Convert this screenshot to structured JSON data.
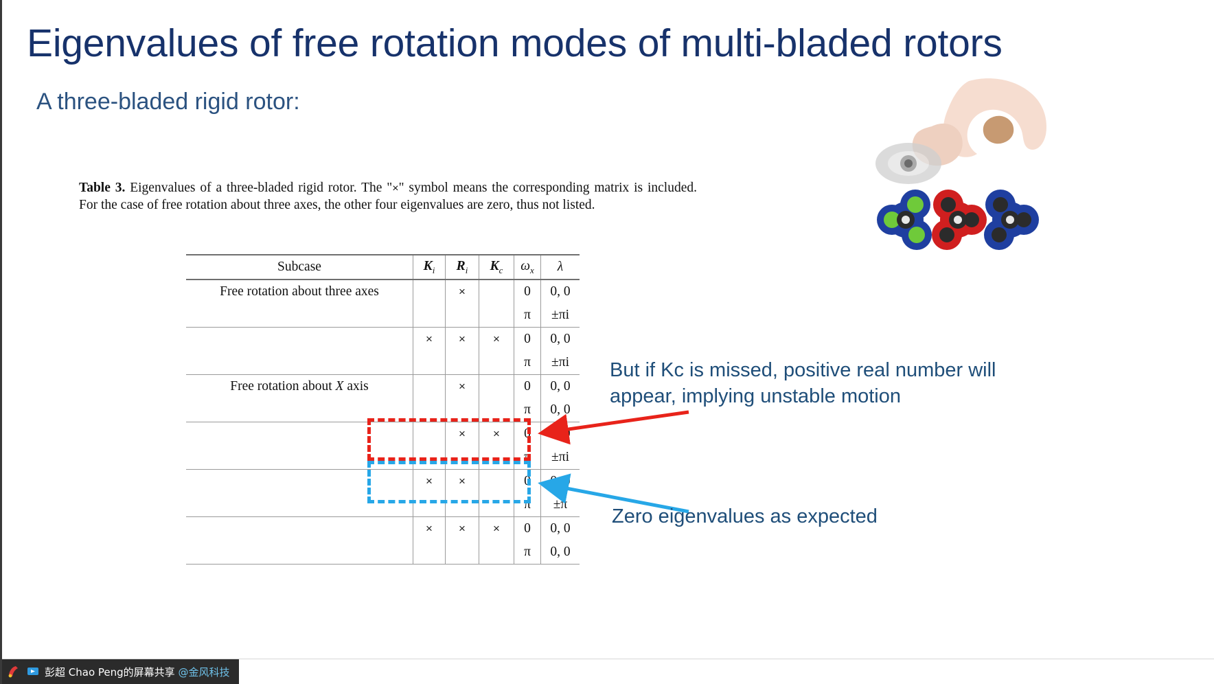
{
  "slide": {
    "title": "Eigenvalues of free rotation modes of multi-bladed rotors",
    "subtitle": "A three-bladed rigid rotor:",
    "caption_label": "Table 3.",
    "caption_text_1": " Eigenvalues of a three-bladed rigid rotor. The \"",
    "caption_x": "×",
    "caption_text_2": "\" symbol means the corresponding matrix is included. For the case of free rotation about three axes, the other four eigenvalues are zero, thus not listed."
  },
  "table": {
    "headers": [
      "Subcase",
      "K",
      "R",
      "K",
      "ω",
      "λ"
    ],
    "header_subs": [
      "",
      "i",
      "i",
      "c",
      "x",
      ""
    ],
    "rows": [
      {
        "subcase": "Free rotation about three axes",
        "Ki": "",
        "Ri": "×",
        "Kc": "",
        "w": "0",
        "lam": "0, 0",
        "rule": "top",
        "group_start": true
      },
      {
        "subcase": "",
        "Ki": "",
        "Ri": "",
        "Kc": "",
        "w": "π",
        "lam": "±πi",
        "rule": "none",
        "group_start": false
      },
      {
        "subcase": "",
        "Ki": "×",
        "Ri": "×",
        "Kc": "×",
        "w": "0",
        "lam": "0, 0",
        "rule": "mid",
        "group_start": true
      },
      {
        "subcase": "",
        "Ki": "",
        "Ri": "",
        "Kc": "",
        "w": "π",
        "lam": "±πi",
        "rule": "none",
        "group_start": false
      },
      {
        "subcase": "Free rotation about X axis",
        "Ki": "",
        "Ri": "×",
        "Kc": "",
        "w": "0",
        "lam": "0, 0",
        "rule": "mid",
        "group_start": true
      },
      {
        "subcase": "",
        "Ki": "",
        "Ri": "",
        "Kc": "",
        "w": "π",
        "lam": "0, 0",
        "rule": "none",
        "group_start": false
      },
      {
        "subcase": "",
        "Ki": "",
        "Ri": "×",
        "Kc": "×",
        "w": "0",
        "lam": "0, 0",
        "rule": "mid",
        "group_start": true
      },
      {
        "subcase": "",
        "Ki": "",
        "Ri": "",
        "Kc": "",
        "w": "π",
        "lam": "±πi",
        "rule": "none",
        "group_start": false
      },
      {
        "subcase": "",
        "Ki": "×",
        "Ri": "×",
        "Kc": "",
        "w": "0",
        "lam": "0, 0",
        "rule": "mid",
        "group_start": true
      },
      {
        "subcase": "",
        "Ki": "",
        "Ri": "",
        "Kc": "",
        "w": "π",
        "lam": "±π",
        "rule": "none",
        "group_start": false
      },
      {
        "subcase": "",
        "Ki": "×",
        "Ri": "×",
        "Kc": "×",
        "w": "0",
        "lam": "0, 0",
        "rule": "mid",
        "group_start": true
      },
      {
        "subcase": "",
        "Ki": "",
        "Ri": "",
        "Kc": "",
        "w": "π",
        "lam": "0, 0",
        "rule": "none",
        "group_start": false
      }
    ],
    "subcase_x_axis_prefix": "Free rotation about ",
    "subcase_x_axis_italic": "X",
    "subcase_x_axis_suffix": " axis"
  },
  "annotations": {
    "red": "But if Kc is missed, positive real number will appear, implying unstable motion",
    "blue": "Zero eigenvalues as expected"
  },
  "colors": {
    "title": "#17326b",
    "subtitle": "#2b5280",
    "annotation": "#1f4e79",
    "red_box": "#e8231a",
    "blue_box": "#27a7e7"
  },
  "taskbar": {
    "share_text": "彭超 Chao Peng的屏幕共享 ",
    "share_handle": "@金风科技"
  }
}
